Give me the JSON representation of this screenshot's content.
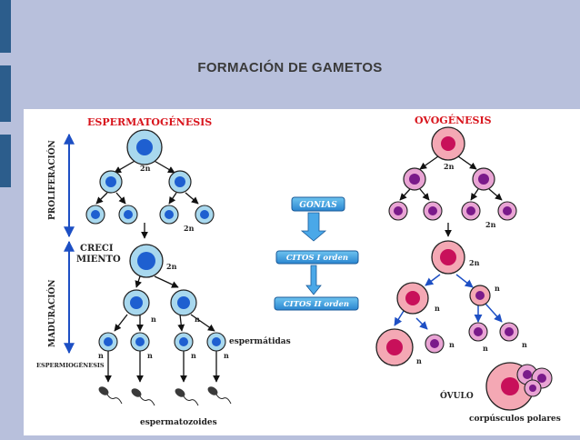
{
  "slide": {
    "title": "FORMACIÓN DE GAMETOS"
  },
  "figure": {
    "spermatogenesis": {
      "heading": "ESPERMATOGÉNESIS",
      "phase_proliferation": "PROLIFERACIÓN",
      "phase_growth_line1": "CRECI",
      "phase_growth_line2": "MIENTO",
      "phase_maturation": "MADURACIÓN",
      "phase_spermiogenesis": "ESPERMIOGÉNESIS",
      "label_2n_a": "2n",
      "label_2n_b": "2n",
      "label_2n_c": "2n",
      "label_n_a": "n",
      "label_n_b": "n",
      "label_n_c": "n",
      "label_n_d": "n",
      "label_n_e": "n",
      "label_n_f": "n",
      "spermatids": "espermátidas",
      "spermatozoa": "espermatozoides"
    },
    "center": {
      "gonias": "GONIAS",
      "citos1": "CITOS I orden",
      "citos2": "CITOS II orden"
    },
    "oogenesis": {
      "heading": "OVOGÉNESIS",
      "label_2n_a": "2n",
      "label_2n_b": "2n",
      "label_2n_c": "2n",
      "label_n_a": "n",
      "label_n_b": "n",
      "label_n_c": "n",
      "label_n_d": "n",
      "label_n_e": "n",
      "label_n_f": "n",
      "ovule": "ÓVULO",
      "polar_bodies": "corpúsculos polares"
    },
    "colors": {
      "sperm_cell_fill": "#a8d8ee",
      "sperm_nucleus": "#1e5fd0",
      "egg_cell_fill": "#f4a8b4",
      "egg_nucleus": "#c8105a",
      "arrow_blue": "#1d4fc4",
      "heading_red": "#d8141c",
      "box_blue": "#3aa0e0"
    }
  }
}
